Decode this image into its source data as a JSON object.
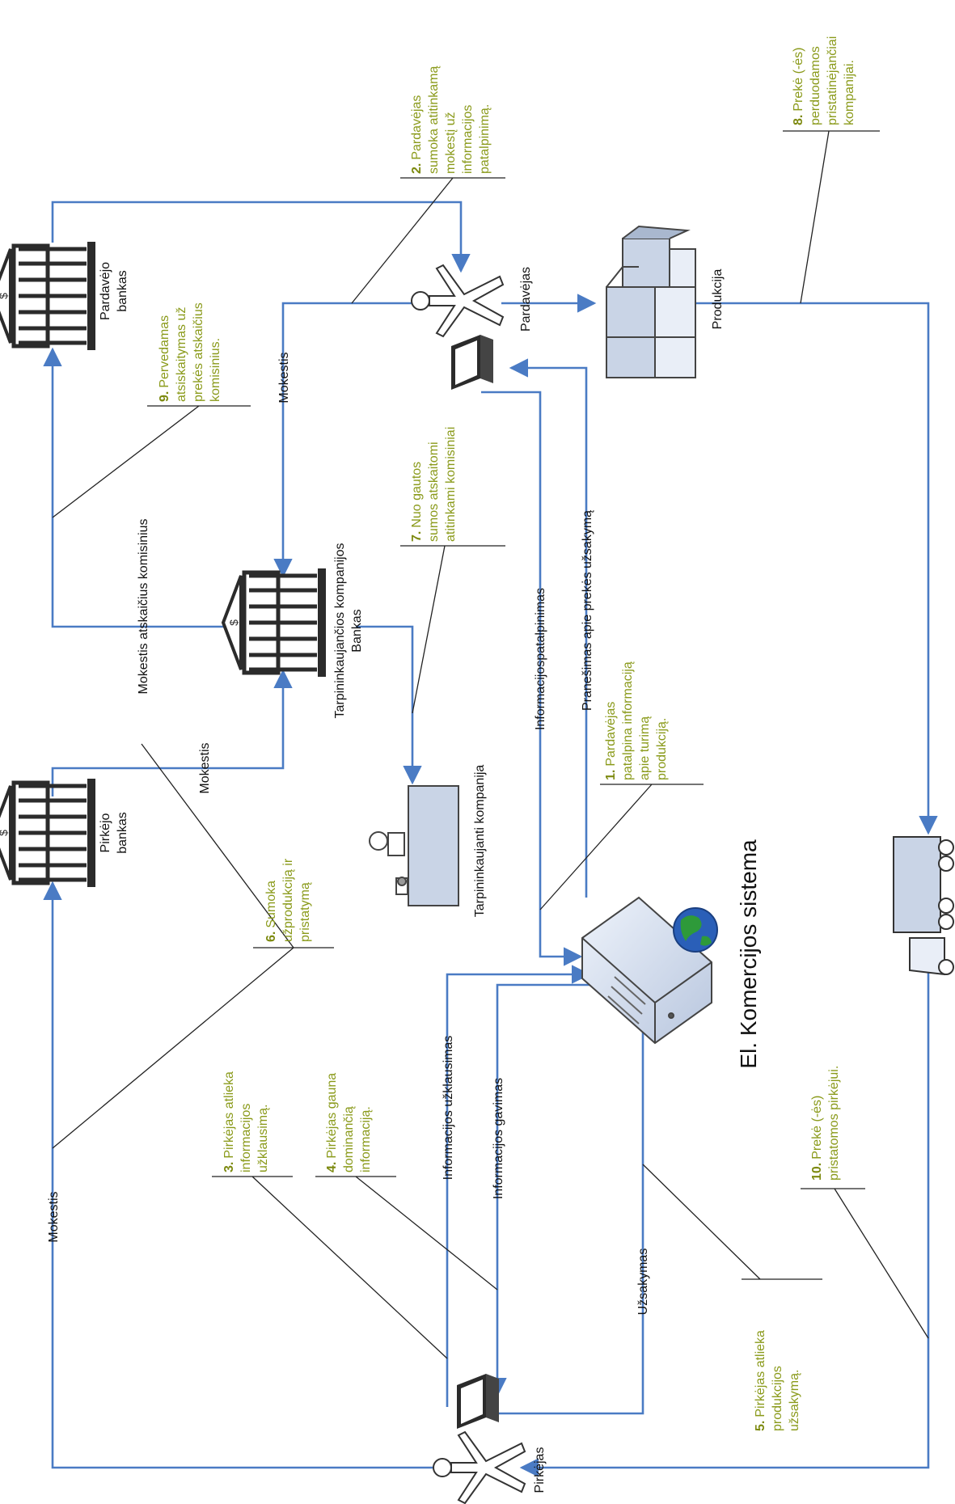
{
  "colors": {
    "flow": "#4a7bc4",
    "callout": "#222222",
    "note_text": "#8a9a1a",
    "note_number": "#7d8a10",
    "bank": "#2b2b2b",
    "box_face": "#c9d4e6"
  },
  "title": "El. Komercijos sistema",
  "nodes": {
    "seller_bank": "Pardavėjo\nbankas",
    "buyer_bank": "Pirkėjo\nbankas",
    "broker_bank": "Tarpininkaujančios kompanijos\nBankas",
    "seller": "Pardavėjas",
    "buyer": "Pirkėjas",
    "products": "Produkcija",
    "broker": "Tarpininkaujanti kompanija"
  },
  "flows": {
    "mokestis_seller": "Mokestis",
    "mokestis_buyer_bank": "Mokestis",
    "mokestis_buyer": "Mokestis",
    "mokestis_atskaicius": "Mokestis atskaičius komisinius",
    "info_patalpinimas": "Informacijospatalpinimas",
    "pranesimas": "Pranešimas apie prekės užsakymą",
    "info_uzklausimas": "Informacijos užklausimas",
    "info_gavimas": "Informacijos gavimas",
    "uzsakymas": "Užsakymas"
  },
  "notes": [
    {
      "num": "1.",
      "lines": [
        "Pardavėjas",
        "patalpina informaciją",
        "apie turimą",
        "produkciją."
      ]
    },
    {
      "num": "2.",
      "lines": [
        "Pardavėjas",
        "sumoka atitinkamą",
        "mokestį už",
        "informacijos",
        "patalpinimą."
      ]
    },
    {
      "num": "3.",
      "lines": [
        "Pirkėjas atlieka",
        "informacijos",
        "užklausimą."
      ]
    },
    {
      "num": "4.",
      "lines": [
        "Pirkėjas gauna",
        "dominančią",
        "informaciją."
      ]
    },
    {
      "num": "5.",
      "lines": [
        "Pirkėjas atlieka",
        "produkcijos",
        "užsakymą."
      ]
    },
    {
      "num": "6.",
      "lines": [
        "Sumoka",
        "užprodukciją ir",
        "pristatymą"
      ]
    },
    {
      "num": "7.",
      "lines": [
        "Nuo gautos",
        "sumos atskaitomi",
        "atitinkami komisiniai"
      ]
    },
    {
      "num": "8.",
      "lines": [
        "Prekė (-ės)",
        "perduodamos",
        "pristatinėjančiai",
        "kompanijai."
      ]
    },
    {
      "num": "9.",
      "lines": [
        "Pervedamas",
        "atsiskaitymas už",
        "prekės atskaičius",
        "komisinius."
      ]
    },
    {
      "num": "10.",
      "lines": [
        "Prekė (-ės)",
        "pristatomos pirkėjui."
      ]
    }
  ]
}
